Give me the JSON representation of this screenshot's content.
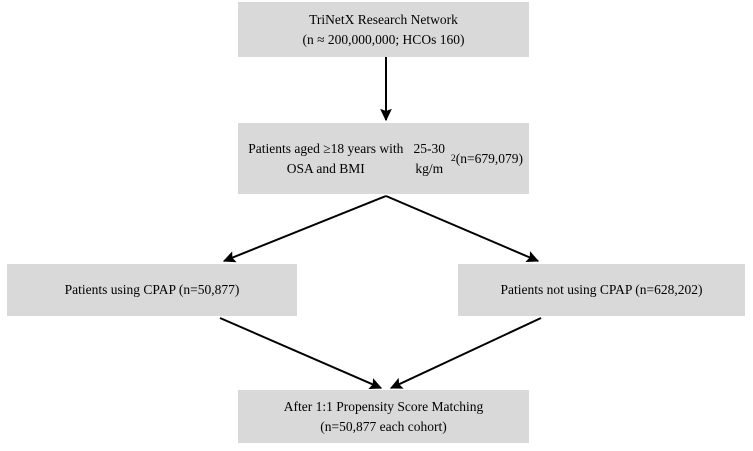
{
  "diagram": {
    "type": "flowchart",
    "title": "Study cohort selection flow diagram",
    "background_color": "#ffffff",
    "box_fill_color": "#d9d9d9",
    "arrow_color": "#000000",
    "text_color": "#000000",
    "nodes": [
      {
        "id": "source",
        "line1": "TriNetX Research Network",
        "line2": "(n ≈ 200,000,000; HCOs 160)",
        "text": "TriNetX Research Network\n(n ≈ 200,000,000; HCOs 160)"
      },
      {
        "id": "eligible",
        "line1": "Patients aged ≥18 years with OSA and BMI",
        "line2_prefix": "25-30 kg/m",
        "line2_sup": "2",
        "line2_suffix": " (n=679,079)",
        "text": "Patients aged ≥18 years with OSA and BMI\n25-30 kg/m² (n=679,079)"
      },
      {
        "id": "cpap",
        "text": "Patients using CPAP (n=50,877)"
      },
      {
        "id": "no-cpap",
        "text": "Patients not using CPAP (n=628,202)"
      },
      {
        "id": "matched",
        "line1": "After 1:1 Propensity Score Matching",
        "line2": "(n=50,877 each cohort)",
        "text": "After 1:1 Propensity Score Matching\n(n=50,877 each cohort)"
      }
    ],
    "edges": [
      {
        "id": "source-to-eligible",
        "from": "source",
        "to": "eligible",
        "style": "straight-down"
      },
      {
        "id": "eligible-to-cpap",
        "from": "eligible",
        "to": "cpap",
        "style": "diagonal-left"
      },
      {
        "id": "eligible-to-no-cpap",
        "from": "eligible",
        "to": "no-cpap",
        "style": "diagonal-right"
      },
      {
        "id": "cpap-to-matched",
        "from": "cpap",
        "to": "matched",
        "style": "diagonal-right-down"
      },
      {
        "id": "no-cpap-to-matched",
        "from": "no-cpap",
        "to": "matched",
        "style": "diagonal-left-down"
      }
    ]
  }
}
